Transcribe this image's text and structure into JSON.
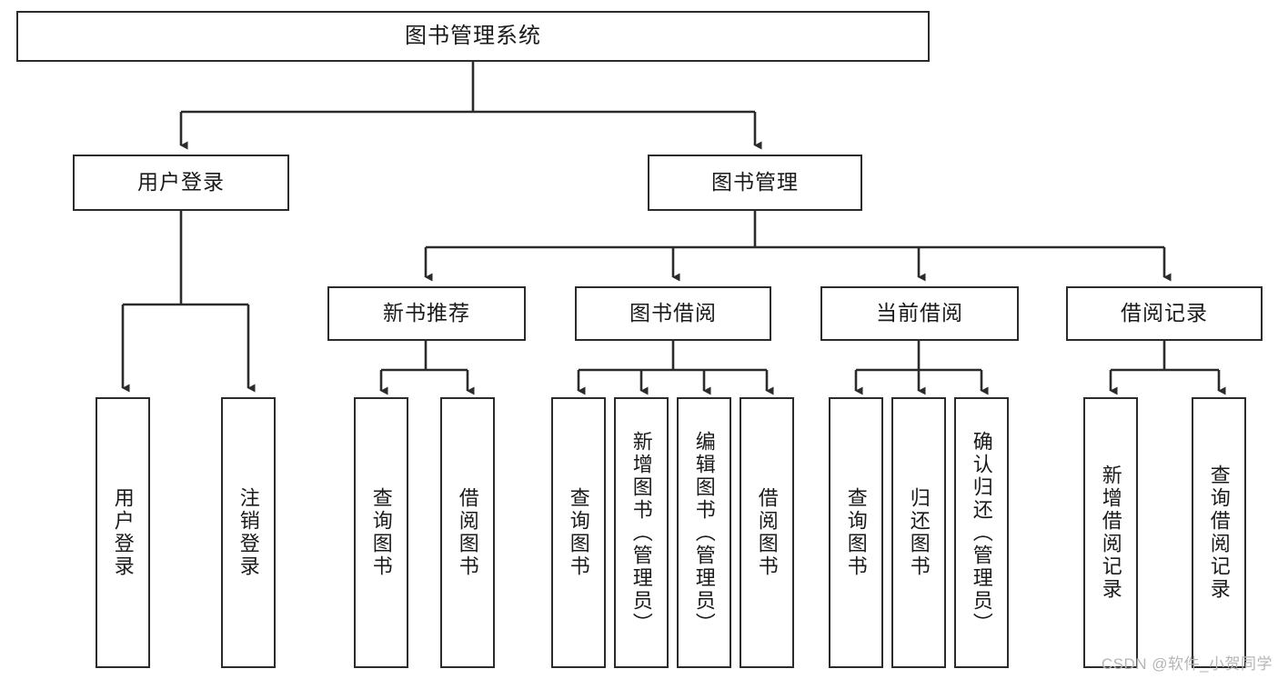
{
  "diagram": {
    "title_node": {
      "label": "图书管理系统"
    },
    "level2": [
      {
        "id": "user-login",
        "label": "用户登录"
      },
      {
        "id": "book-management",
        "label": "图书管理"
      }
    ],
    "level3": [
      {
        "id": "new-book-recommend",
        "label": "新书推荐"
      },
      {
        "id": "book-borrow",
        "label": "图书借阅"
      },
      {
        "id": "current-borrow",
        "label": "当前借阅"
      },
      {
        "id": "borrow-record",
        "label": "借阅记录"
      }
    ],
    "leaves": {
      "user_login": [
        {
          "id": "leaf-user-login",
          "label": "用户登录"
        },
        {
          "id": "leaf-logout-login",
          "label": "注销登录"
        }
      ],
      "new_book_recommend": [
        {
          "id": "leaf-query-book-1",
          "label": "查询图书"
        },
        {
          "id": "leaf-borrow-book-1",
          "label": "借阅图书"
        }
      ],
      "book_borrow": [
        {
          "id": "leaf-query-book-2",
          "label": "查询图书"
        },
        {
          "id": "leaf-add-book-admin",
          "label": "新增图书（管理员）"
        },
        {
          "id": "leaf-edit-book-admin",
          "label": "编辑图书（管理员）"
        },
        {
          "id": "leaf-borrow-book-2",
          "label": "借阅图书"
        }
      ],
      "current_borrow": [
        {
          "id": "leaf-query-book-3",
          "label": "查询图书"
        },
        {
          "id": "leaf-return-book",
          "label": "归还图书"
        },
        {
          "id": "leaf-confirm-return-admin",
          "label": "确认归还（管理员）"
        }
      ],
      "borrow_record": [
        {
          "id": "leaf-add-borrow-record",
          "label": "新增借阅记录"
        },
        {
          "id": "leaf-query-borrow-record",
          "label": "查询借阅记录"
        }
      ]
    },
    "watermark": {
      "text": "CSDN @软件_小贺同学"
    },
    "colors": {
      "stroke": "#2b2b2b",
      "background": "#ffffff",
      "text": "#1a1a1a",
      "watermark": "#b5b5b5"
    }
  }
}
